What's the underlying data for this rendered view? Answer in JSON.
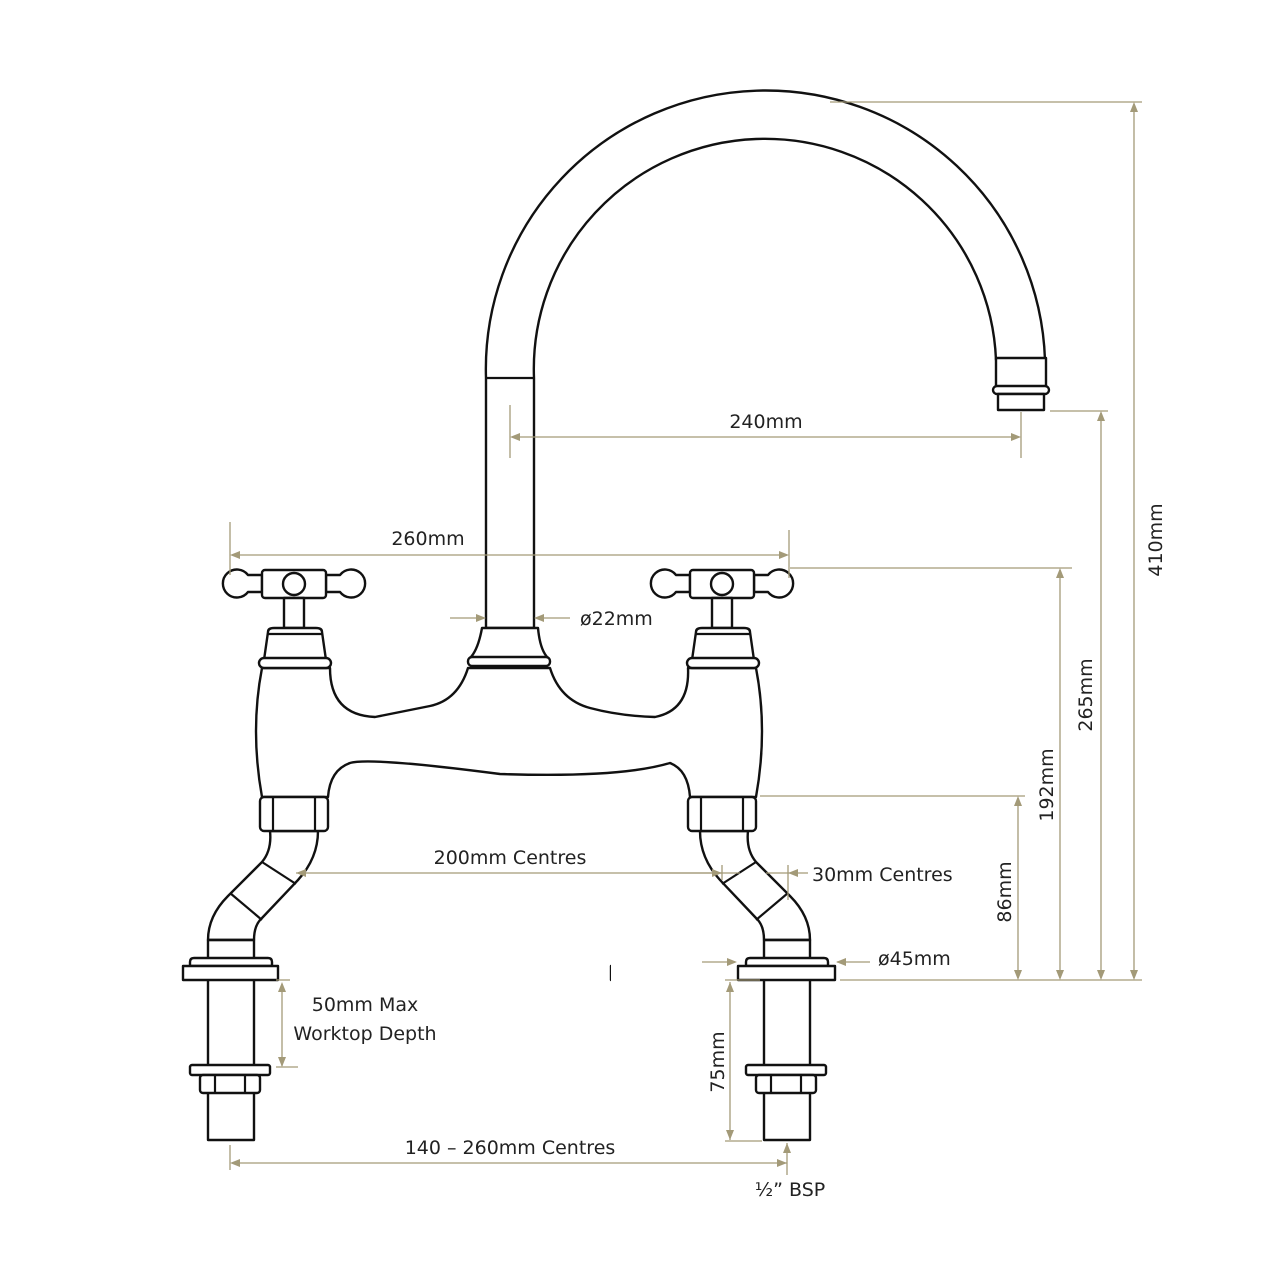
{
  "title": "Bridge mixer tap dimension drawing",
  "colors": {
    "line": "#111111",
    "dimension": "#a39a78"
  },
  "dimensions": {
    "spout_reach": "240mm",
    "handle_span": "260mm",
    "spout_diameter": "ø22mm",
    "overall_height": "410mm",
    "spout_outlet_height": "265mm",
    "handle_height": "192mm",
    "body_height": "86mm",
    "centres": "200mm Centres",
    "offset_centres": "30mm Centres",
    "flange_diameter": "ø45mm",
    "worktop_line1": "50mm Max",
    "worktop_line2": "Worktop Depth",
    "tail_length": "75mm",
    "adjustable_centres": "140 – 260mm Centres",
    "thread": "½” BSP"
  }
}
